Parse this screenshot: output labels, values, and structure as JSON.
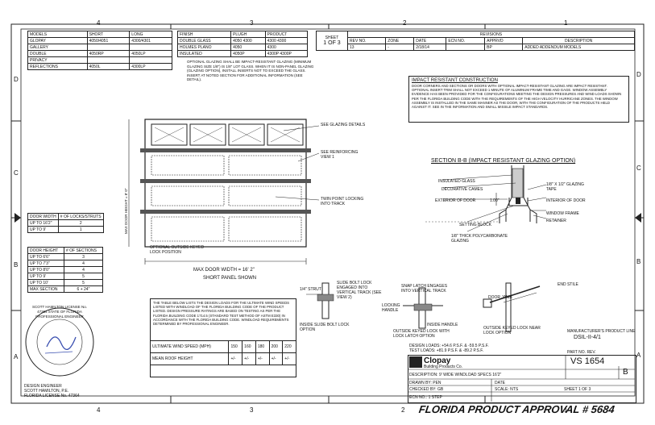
{
  "grid": {
    "top_numbers": [
      "4",
      "3",
      "2",
      "1"
    ],
    "bottom_numbers": [
      "4",
      "3",
      "2",
      "1"
    ],
    "left_letters": [
      "D",
      "C",
      "B",
      "A"
    ],
    "right_letters": [
      "D",
      "C",
      "B",
      "A"
    ]
  },
  "model_table": {
    "headers": [
      "MODELS",
      "SHORT",
      "LONG"
    ],
    "rows": [
      [
        "GLOPAY",
        "4050/4051",
        "4300/4301"
      ],
      [
        "GALLERY",
        "",
        ""
      ],
      [
        "DOUBLE",
        "4050RP",
        "4050LP"
      ],
      [
        "PRIVACY",
        "",
        ""
      ],
      [
        "REFLECTIONS",
        "4050L",
        "4300LP"
      ]
    ]
  },
  "glass_table": {
    "headers": [
      "FINISH",
      "PLUGH",
      "PRODUCT"
    ],
    "rows": [
      [
        "DOUBLE GLASS",
        "4050 4300",
        "4300 4300"
      ],
      [
        "HOLMES PLANO",
        "4050",
        "4300"
      ],
      [
        "INSULATED",
        "4050P",
        "4300P 4300P"
      ]
    ]
  },
  "glazing_note": "OPTIONAL GLAZING SHALL BE IMPACT-RESISTANT GLAZING (MINIMUM GLAZING SIZE 1/8\") IS 1/8\" LOT GLASS. WHEN IT IS NON-PANEL GLAZING (GLAZING OPTION), INSTALL INSERTS NOT TO EXCEED THE GLASS. INSERT AT NOTED SECTION FOR ADDITIONAL INFORMATION (SEE DETAIL).",
  "sheet_revision": {
    "sheet_label": "SHEET",
    "sheet_value": "1 OF 3",
    "col_headers": [
      "REV NO.",
      "ZONE",
      "DATE",
      "ECN NO.",
      "APPRVD",
      "DESCRIPTION"
    ],
    "title": "REVISIONS",
    "row": [
      "13",
      "-",
      "2/18/14",
      "",
      "BP",
      "ADDED ADDENDUM MODELS"
    ]
  },
  "impact_note": {
    "title": "IMPACT RESISTANT CONSTRUCTION",
    "text": "DOOR CORNERS AND SECTIONS OR DOORS WITH OPTIONAL IMPACT-RESISTANT GLAZING ARE IMPACT RESISTANT. OPTIONAL INSERT TRIM SHALL NOT EXCEED 1 MINUTE OF ALUMINUM FRAME TIME AND GAGE. WINDOW ASSEMBLY EVIDENCE HAS BEEN PROVIDED FOR THE CONFIGURATIONS MEETING THE DESIGN PRESSURES AND WIND LOADS SHOWN PER THE FLORIDA BUILDING CODE WITH THE REQUIREMENTS OF THE HIGH VELOCITY HURRICANE ZONES. THE WINDOW ASSEMBLY IS INSTALLED IN THE SAME MANNER AS THE DOOR, WITH THE CONFIGURATION OF THE PRODUCTS HELD AGAINST IT. SEE IN THE INFORMATION AND SMALL MISSILE IMPACT STANDARDS."
  },
  "section_title": "SECTION B-B (IMPACT RESISTANT GLAZING OPTION)",
  "section_labels": {
    "insulated_glass": "INSULATED GLASS",
    "decorative_cames": "DECORATIVE CAMES",
    "exterior_of_door": "EXTERIOR OF DOOR",
    "setting_block": "SETTING BLOCK",
    "interior_of_door": "INTERIOR OF DOOR",
    "window_frame": "WINDOW FRAME",
    "retainer": "RETAINER",
    "glazing_tape": "1/8\" X 1/2\" GLAZING TAPE",
    "polycarbonate": "1/8\" THICK POLYCARBONATE GLAZING",
    "dim_1": "1.00\""
  },
  "elevation": {
    "title": "SHORT PANEL SHOWN",
    "dimension": "MAX DOOR WIDTH = 16' 2\"",
    "height_dim": "MAX DOOR HEIGHT = 8' 0\"",
    "labels": {
      "glazing_details": "SEE GLAZING DETAILS",
      "reinforcing": "SEE REINFORCING VIEW 1",
      "twin_point_locking": "TWIN POINT LOCKING INTO TRACK",
      "outside_keyed": "OPTIONAL OUTSIDE KEYED LOCK POSITION"
    }
  },
  "door_width_table": {
    "headers": [
      "DOOR WIDTH",
      "# OF LOCKS/STRUTS"
    ],
    "rows": [
      [
        "UP TO 16'2\"",
        "2"
      ],
      [
        "UP TO 9'",
        "1"
      ]
    ]
  },
  "door_height_table": {
    "headers": [
      "DOOR HEIGHT",
      "# OF SECTIONS"
    ],
    "rows": [
      [
        "UP TO 6'6\"",
        "3"
      ],
      [
        "UP TO 7'3\"",
        "4"
      ],
      [
        "UP TO 8'0\"",
        "4"
      ],
      [
        "UP TO 9'",
        "5"
      ],
      [
        "UP TO 10'",
        "5"
      ],
      [
        "MAX SECTION",
        "6 + 24\""
      ]
    ]
  },
  "load_note": "THE TABLE BELOW LISTS THE DESIGN LOADS FOR THE ULTIMATE WIND SPEEDS LISTED WITH WINDLOAD OF THE FLORIDA BUILDING CODE OF THE PRODUCT LISTED. DESIGN PRESSURE RATINGS ARE BASED ON TESTING AS PER THE FLORIDA BUILDING CODE 1714.5 (STANDARD TEST METHOD OF ASTM E330) IN ACCORDANCE WITH THE FLORIDA BUILDING CODE. WINDLOAD REQUIREMENTS DETERMINED BY PROFESSIONAL ENGINEER.",
  "load_table": {
    "row1_label": "ULTIMATE WIND SPEED (MPH)",
    "row2_label": "MEAN ROOF HEIGHT",
    "speeds": [
      "150",
      "160",
      "180",
      "200",
      "220"
    ],
    "pressures": [
      "+/-",
      "+/-",
      "+/-",
      "+/-",
      "+/-"
    ]
  },
  "details": {
    "slide_bolt": "SLIDE BOLT LOCK ENGAGED INTO VERTICAL TRACK (SEE VIEW 2)",
    "strut": "1/4\" STRUT",
    "inside_slide": "INSIDE SLIDE BOLT LOCK OPTION",
    "snap_latch": "SNAP LATCH ENGAGES INTO VERTICAL TRACK",
    "outside_keyed": "OUTSIDE KEYED LOCK WITH LOCK LATCH OPTION",
    "locking_handle": "LOCKING HANDLE",
    "end_stile": "END STILE",
    "door_jamb": "DOOR JAMB",
    "outside_keyed_lock": "OUTSIDE KEYED LOCK NEAR LOCK OPTION",
    "inside_handle": "INSIDE HANDLE"
  },
  "seal": {
    "ring_text": "SCOTT HAMILTON LICENSE No. 47364 STATE OF FLORIDA PROFESSIONAL ENGINEER",
    "engineer_label": "DESIGN ENGINEER",
    "engineer_name": "SCOTT HAMILTON, P.E.",
    "license": "FLORIDA LICENSE No. 47364"
  },
  "title_block": {
    "design_loads": "DESIGN LOADS: +54.6 P.S.F. & -59.5 P.S.F.",
    "test_loads": "TEST LOADS: +81.9 P.S.F. & -89.2 P.S.F.",
    "company": "Clopay",
    "company_sub": "Building Products Co.",
    "manufacturer_label": "MANUFACTURER'S PRODUCT LINE",
    "product_code": "DSIL-II-4/1",
    "part_no_label": "PART NO. REV.",
    "drawing_no": "VS 1654",
    "rev": "B",
    "description": "DESCRIPTION: 9' WIDE WINDLOAD SPECS 16'2\"",
    "drawn_by": "DRAWN BY: PEN",
    "checked_by": "CHECKED BY: GB",
    "date_label": "DATE",
    "scale": "SCALE: NTS",
    "sheet": "SHEET 1 OF 3",
    "ecn": "ECN NO.: 1 STEP"
  },
  "approval_stamp": "FLORIDA PRODUCT APPROVAL # 5684"
}
